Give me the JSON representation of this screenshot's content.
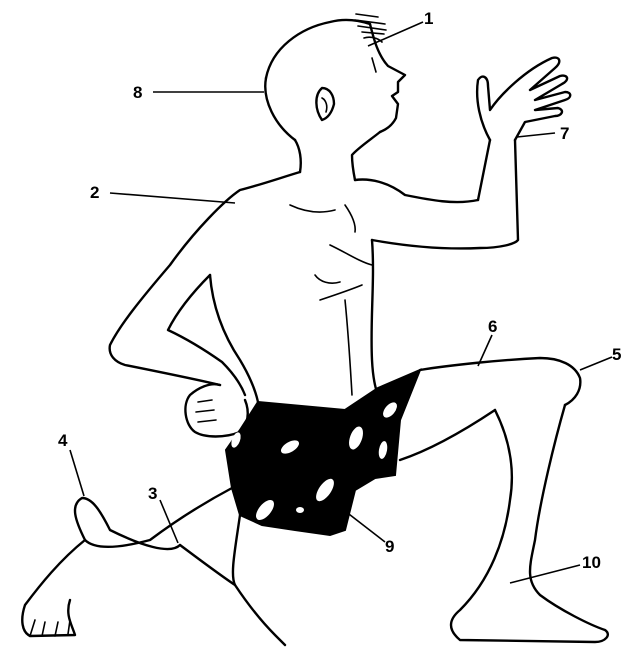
{
  "labels": [
    {
      "id": "1",
      "text": "1"
    },
    {
      "id": "2",
      "text": "2"
    },
    {
      "id": "3",
      "text": "3"
    },
    {
      "id": "4",
      "text": "4"
    },
    {
      "id": "5",
      "text": "5"
    },
    {
      "id": "6",
      "text": "6"
    },
    {
      "id": "7",
      "text": "7"
    },
    {
      "id": "8",
      "text": "8"
    },
    {
      "id": "9",
      "text": "9"
    },
    {
      "id": "10",
      "text": "10"
    }
  ],
  "colors": {
    "ink": "#000000",
    "background": "#ffffff",
    "shorts": "#000000",
    "shorts_pattern": "#ffffff"
  }
}
